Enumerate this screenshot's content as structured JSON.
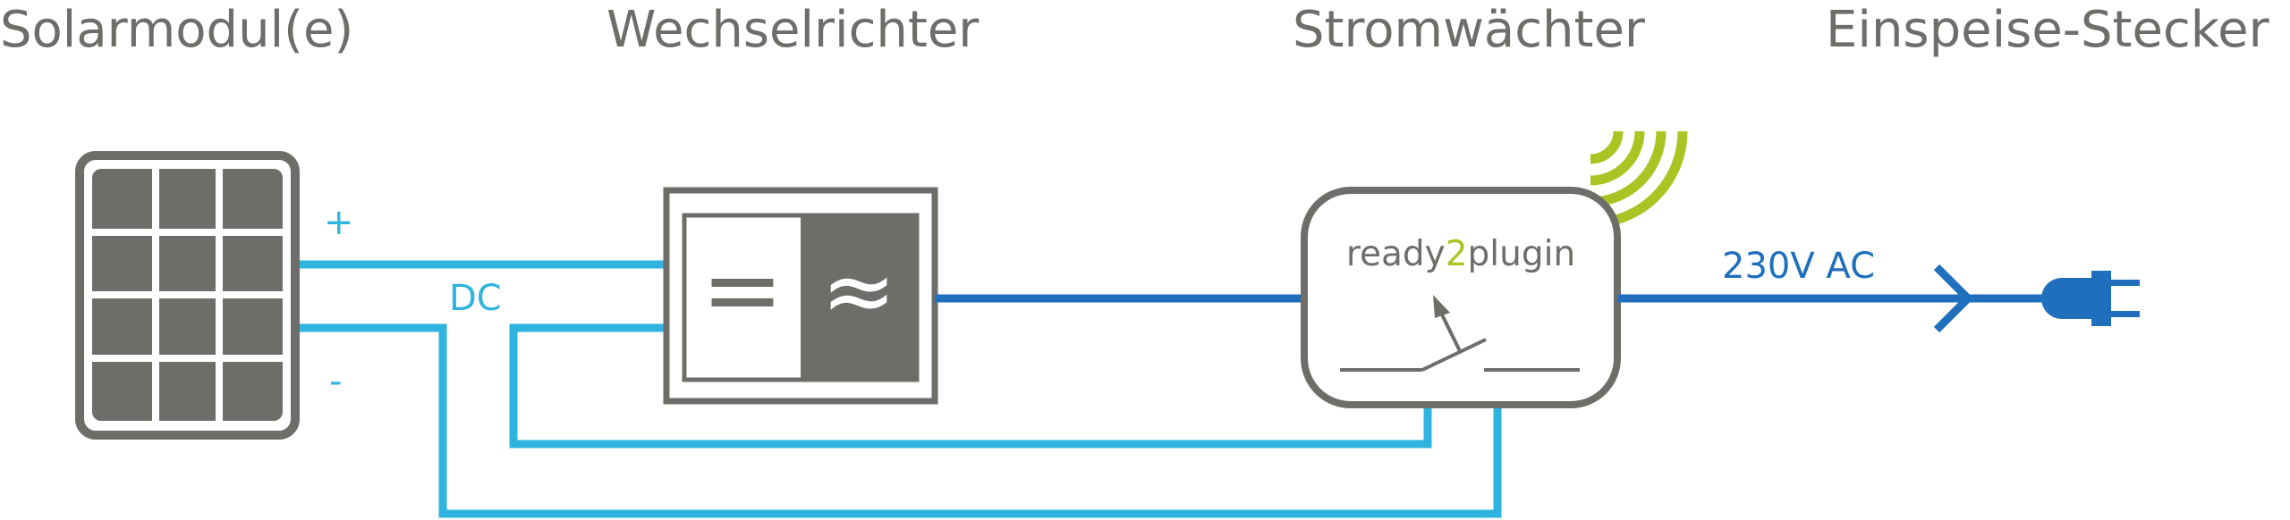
{
  "headings": {
    "solar_module": "Solarmodul(e)",
    "inverter": "Wechselrichter",
    "power_guard": "Stromwächter",
    "feed_plug": "Einspeise-Stecker"
  },
  "labels": {
    "plus": "+",
    "dc": "DC",
    "minus": "-",
    "ac": "230V AC"
  },
  "inverter_symbols": {
    "dc_symbol": "=",
    "ac_symbol": "≈"
  },
  "brand": {
    "part1": "ready",
    "part2": "2",
    "part3": "plugin"
  },
  "colors": {
    "gray": "#6d6e6a",
    "dc_line": "#2eb4de",
    "ac_line": "#1f6fbd",
    "wifi": "#a8c523",
    "brand_accent": "#a8c523"
  }
}
